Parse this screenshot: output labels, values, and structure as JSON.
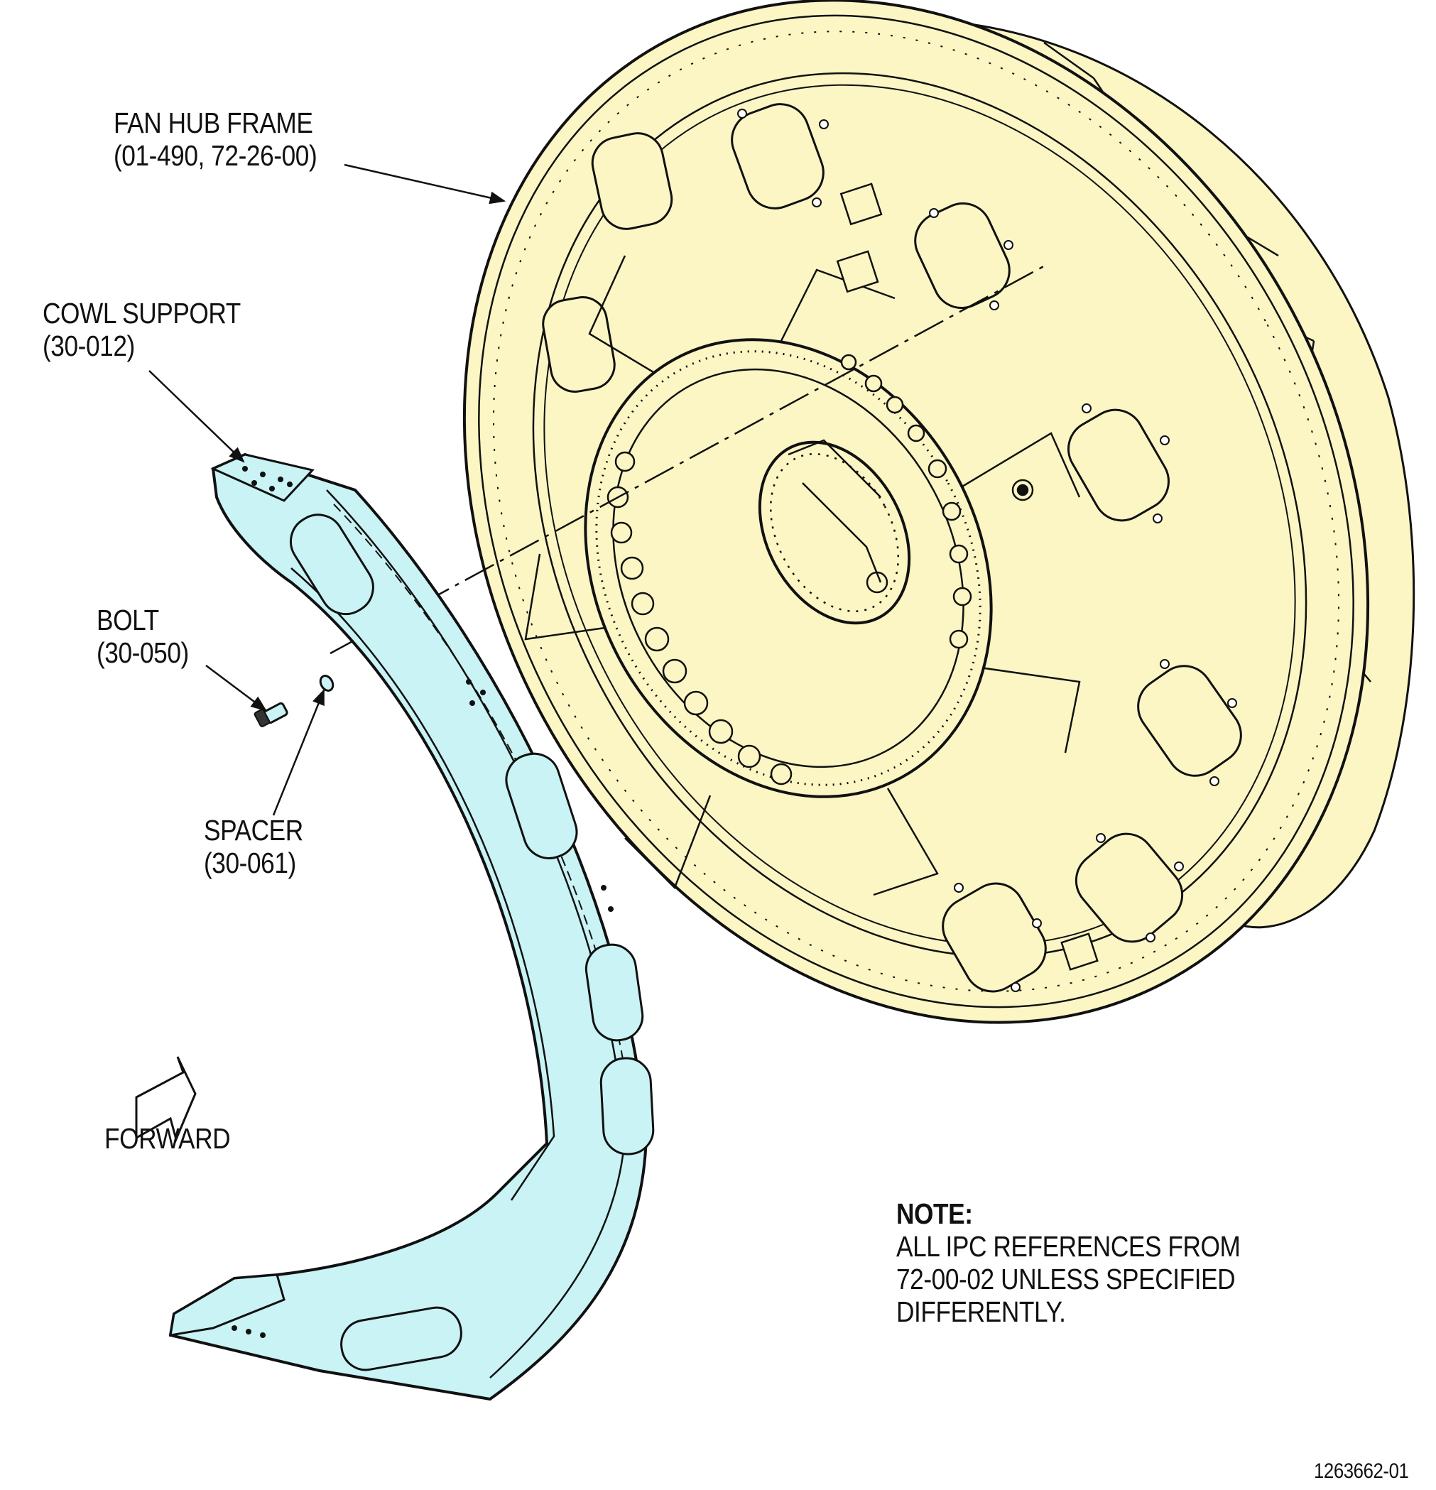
{
  "callouts": {
    "fan_hub_frame": {
      "name": "FAN HUB FRAME",
      "ref": "(01-490, 72-26-00)"
    },
    "cowl_support": {
      "name": "COWL SUPPORT",
      "ref": "(30-012)"
    },
    "bolt": {
      "name": "BOLT",
      "ref": "(30-050)"
    },
    "spacer": {
      "name": "SPACER",
      "ref": "(30-061)"
    }
  },
  "forward_label": "FORWARD",
  "note": {
    "title": "NOTE:",
    "lines": [
      "ALL IPC REFERENCES FROM",
      "72-00-02 UNLESS SPECIFIED",
      "DIFFERENTLY."
    ]
  },
  "figure_code": "1263662-01",
  "colors": {
    "frame_fill": "#fbf6c4",
    "support_fill": "#c9f3f5",
    "line": "#111111"
  }
}
